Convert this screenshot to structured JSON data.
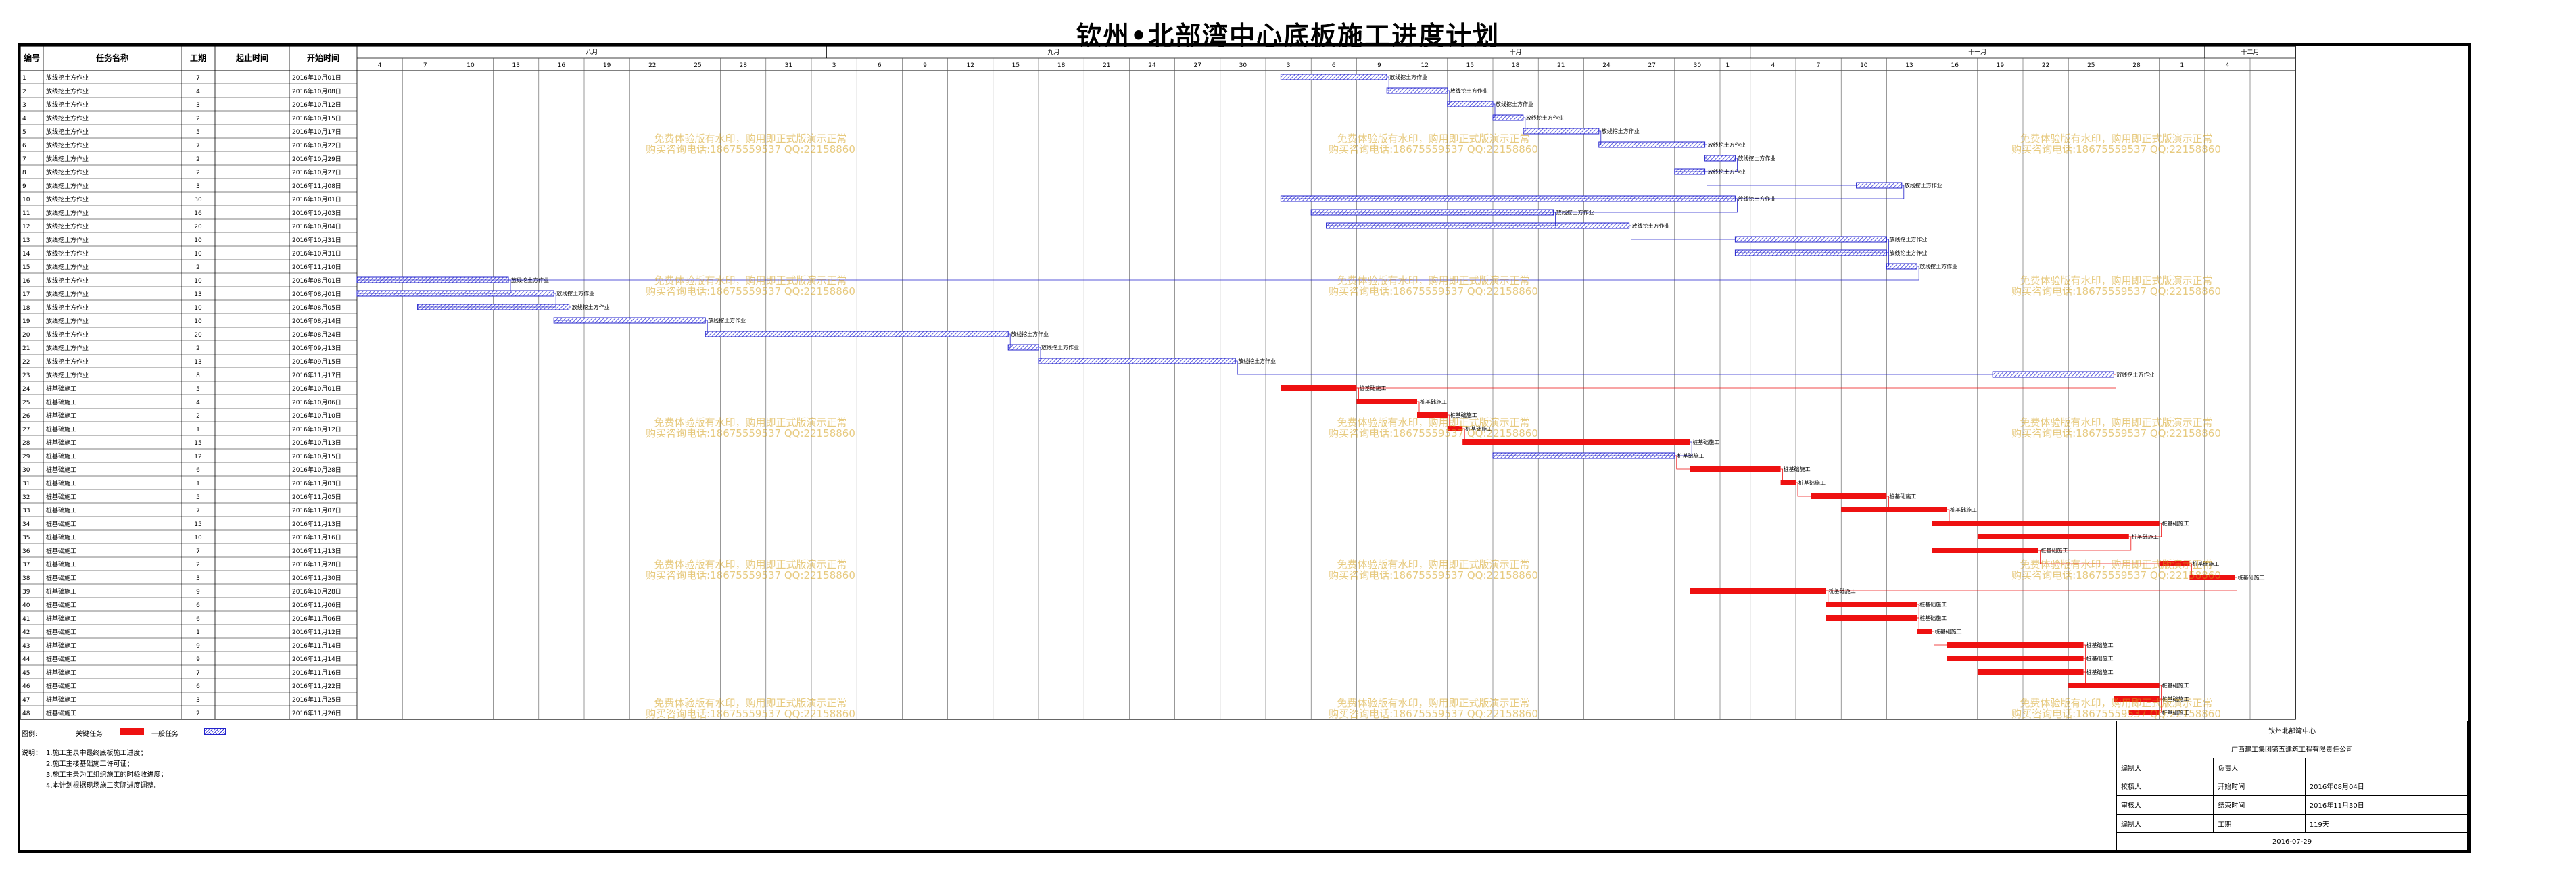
{
  "title": "钦州•北部湾中心底板施工进度计划",
  "watermark": {
    "line1": "免费体验版有水印，购用即正式版演示正常",
    "line2": "购买咨询电话:18675559537 QQ:22158860"
  },
  "table": {
    "headers": [
      "编号",
      "任务名称",
      "工期",
      "起止时间",
      "开始时间"
    ]
  },
  "timescale": {
    "months": [
      {
        "label": "八月",
        "start": 0,
        "days": 31
      },
      {
        "label": "九月",
        "start": 31,
        "days": 30
      },
      {
        "label": "十月",
        "start": 61,
        "days": 31
      },
      {
        "label": "十一月",
        "start": 92,
        "days": 30
      },
      {
        "label": "十二月",
        "start": 122,
        "days": 6
      }
    ],
    "ticks": [
      {
        "d": 3,
        "l": "4"
      },
      {
        "d": 6,
        "l": "7"
      },
      {
        "d": 9,
        "l": "10"
      },
      {
        "d": 12,
        "l": "13"
      },
      {
        "d": 15,
        "l": "16"
      },
      {
        "d": 18,
        "l": "19"
      },
      {
        "d": 21,
        "l": "22"
      },
      {
        "d": 24,
        "l": "25"
      },
      {
        "d": 27,
        "l": "28"
      },
      {
        "d": 30,
        "l": "31"
      },
      {
        "d": 33,
        "l": "3"
      },
      {
        "d": 36,
        "l": "6"
      },
      {
        "d": 39,
        "l": "9"
      },
      {
        "d": 42,
        "l": "12"
      },
      {
        "d": 45,
        "l": "15"
      },
      {
        "d": 48,
        "l": "18"
      },
      {
        "d": 51,
        "l": "21"
      },
      {
        "d": 54,
        "l": "24"
      },
      {
        "d": 57,
        "l": "27"
      },
      {
        "d": 60,
        "l": "30"
      },
      {
        "d": 63,
        "l": "3"
      },
      {
        "d": 66,
        "l": "6"
      },
      {
        "d": 69,
        "l": "9"
      },
      {
        "d": 72,
        "l": "12"
      },
      {
        "d": 75,
        "l": "15"
      },
      {
        "d": 78,
        "l": "18"
      },
      {
        "d": 81,
        "l": "21"
      },
      {
        "d": 84,
        "l": "24"
      },
      {
        "d": 87,
        "l": "27"
      },
      {
        "d": 90,
        "l": "30"
      },
      {
        "d": 92,
        "l": "1"
      },
      {
        "d": 95,
        "l": "4"
      },
      {
        "d": 98,
        "l": "7"
      },
      {
        "d": 101,
        "l": "10"
      },
      {
        "d": 104,
        "l": "13"
      },
      {
        "d": 107,
        "l": "16"
      },
      {
        "d": 110,
        "l": "19"
      },
      {
        "d": 113,
        "l": "22"
      },
      {
        "d": 116,
        "l": "25"
      },
      {
        "d": 119,
        "l": "28"
      },
      {
        "d": 122,
        "l": "1"
      },
      {
        "d": 125,
        "l": "4"
      }
    ]
  },
  "chart_data": {
    "type": "gantt",
    "title": "钦州•北部湾中心底板施工进度计划",
    "x_unit": "date",
    "x_range": [
      "2016-08-01",
      "2016-12-06"
    ],
    "tasks": [
      {
        "id": "1",
        "name": "放线挖土方作业",
        "duration": 7,
        "start": "2016年10月01日",
        "s": 61,
        "type": "normal"
      },
      {
        "id": "2",
        "name": "放线挖土方作业",
        "duration": 4,
        "start": "2016年10月08日",
        "s": 68,
        "type": "normal"
      },
      {
        "id": "3",
        "name": "放线挖土方作业",
        "duration": 3,
        "start": "2016年10月12日",
        "s": 72,
        "type": "normal"
      },
      {
        "id": "4",
        "name": "放线挖土方作业",
        "duration": 2,
        "start": "2016年10月15日",
        "s": 75,
        "type": "normal"
      },
      {
        "id": "5",
        "name": "放线挖土方作业",
        "duration": 5,
        "start": "2016年10月17日",
        "s": 77,
        "type": "normal"
      },
      {
        "id": "6",
        "name": "放线挖土方作业",
        "duration": 7,
        "start": "2016年10月22日",
        "s": 82,
        "type": "normal"
      },
      {
        "id": "7",
        "name": "放线挖土方作业",
        "duration": 2,
        "start": "2016年10月29日",
        "s": 89,
        "type": "normal"
      },
      {
        "id": "8",
        "name": "放线挖土方作业",
        "duration": 2,
        "start": "2016年10月27日",
        "s": 87,
        "type": "normal"
      },
      {
        "id": "9",
        "name": "放线挖土方作业",
        "duration": 3,
        "start": "2016年11月08日",
        "s": 99,
        "type": "normal"
      },
      {
        "id": "10",
        "name": "放线挖土方作业",
        "duration": 30,
        "start": "2016年10月01日",
        "s": 61,
        "type": "normal"
      },
      {
        "id": "11",
        "name": "放线挖土方作业",
        "duration": 16,
        "start": "2016年10月03日",
        "s": 63,
        "type": "normal"
      },
      {
        "id": "12",
        "name": "放线挖土方作业",
        "duration": 20,
        "start": "2016年10月04日",
        "s": 64,
        "type": "normal"
      },
      {
        "id": "13",
        "name": "放线挖土方作业",
        "duration": 10,
        "start": "2016年10月31日",
        "s": 91,
        "type": "normal"
      },
      {
        "id": "14",
        "name": "放线挖土方作业",
        "duration": 10,
        "start": "2016年10月31日",
        "s": 91,
        "type": "normal"
      },
      {
        "id": "15",
        "name": "放线挖土方作业",
        "duration": 2,
        "start": "2016年11月10日",
        "s": 101,
        "type": "normal"
      },
      {
        "id": "16",
        "name": "放线挖土方作业",
        "duration": 10,
        "start": "2016年08月01日",
        "s": 0,
        "type": "normal"
      },
      {
        "id": "17",
        "name": "放线挖土方作业",
        "duration": 13,
        "start": "2016年08月01日",
        "s": 0,
        "type": "normal"
      },
      {
        "id": "18",
        "name": "放线挖土方作业",
        "duration": 10,
        "start": "2016年08月05日",
        "s": 4,
        "type": "normal"
      },
      {
        "id": "19",
        "name": "放线挖土方作业",
        "duration": 10,
        "start": "2016年08月14日",
        "s": 13,
        "type": "normal"
      },
      {
        "id": "20",
        "name": "放线挖土方作业",
        "duration": 20,
        "start": "2016年08月24日",
        "s": 23,
        "type": "normal"
      },
      {
        "id": "21",
        "name": "放线挖土方作业",
        "duration": 2,
        "start": "2016年09月13日",
        "s": 43,
        "type": "normal"
      },
      {
        "id": "22",
        "name": "放线挖土方作业",
        "duration": 13,
        "start": "2016年09月15日",
        "s": 45,
        "type": "normal"
      },
      {
        "id": "23",
        "name": "放线挖土方作业",
        "duration": 8,
        "start": "2016年11月17日",
        "s": 108,
        "type": "normal"
      },
      {
        "id": "24",
        "name": "桩基础施工",
        "duration": 5,
        "start": "2016年10月01日",
        "s": 61,
        "type": "critical"
      },
      {
        "id": "25",
        "name": "桩基础施工",
        "duration": 4,
        "start": "2016年10月06日",
        "s": 66,
        "type": "critical"
      },
      {
        "id": "26",
        "name": "桩基础施工",
        "duration": 2,
        "start": "2016年10月10日",
        "s": 70,
        "type": "critical"
      },
      {
        "id": "27",
        "name": "桩基础施工",
        "duration": 1,
        "start": "2016年10月12日",
        "s": 72,
        "type": "critical"
      },
      {
        "id": "28",
        "name": "桩基础施工",
        "duration": 15,
        "start": "2016年10月13日",
        "s": 73,
        "type": "critical"
      },
      {
        "id": "29",
        "name": "桩基础施工",
        "duration": 12,
        "start": "2016年10月15日",
        "s": 75,
        "type": "normal"
      },
      {
        "id": "30",
        "name": "桩基础施工",
        "duration": 6,
        "start": "2016年10月28日",
        "s": 88,
        "type": "critical"
      },
      {
        "id": "31",
        "name": "桩基础施工",
        "duration": 1,
        "start": "2016年11月03日",
        "s": 94,
        "type": "critical"
      },
      {
        "id": "32",
        "name": "桩基础施工",
        "duration": 5,
        "start": "2016年11月05日",
        "s": 96,
        "type": "critical"
      },
      {
        "id": "33",
        "name": "桩基础施工",
        "duration": 7,
        "start": "2016年11月07日",
        "s": 98,
        "type": "critical"
      },
      {
        "id": "34",
        "name": "桩基础施工",
        "duration": 15,
        "start": "2016年11月13日",
        "s": 104,
        "type": "critical"
      },
      {
        "id": "35",
        "name": "桩基础施工",
        "duration": 10,
        "start": "2016年11月16日",
        "s": 107,
        "type": "critical"
      },
      {
        "id": "36",
        "name": "桩基础施工",
        "duration": 7,
        "start": "2016年11月13日",
        "s": 104,
        "type": "critical"
      },
      {
        "id": "37",
        "name": "桩基础施工",
        "duration": 2,
        "start": "2016年11月28日",
        "s": 119,
        "type": "critical"
      },
      {
        "id": "38",
        "name": "桩基础施工",
        "duration": 3,
        "start": "2016年11月30日",
        "s": 121,
        "type": "critical"
      },
      {
        "id": "39",
        "name": "桩基础施工",
        "duration": 9,
        "start": "2016年10月28日",
        "s": 88,
        "type": "critical"
      },
      {
        "id": "40",
        "name": "桩基础施工",
        "duration": 6,
        "start": "2016年11月06日",
        "s": 97,
        "type": "critical"
      },
      {
        "id": "41",
        "name": "桩基础施工",
        "duration": 6,
        "start": "2016年11月06日",
        "s": 97,
        "type": "critical"
      },
      {
        "id": "42",
        "name": "桩基础施工",
        "duration": 1,
        "start": "2016年11月12日",
        "s": 103,
        "type": "critical"
      },
      {
        "id": "43",
        "name": "桩基础施工",
        "duration": 9,
        "start": "2016年11月14日",
        "s": 105,
        "type": "critical"
      },
      {
        "id": "44",
        "name": "桩基础施工",
        "duration": 9,
        "start": "2016年11月14日",
        "s": 105,
        "type": "critical"
      },
      {
        "id": "45",
        "name": "桩基础施工",
        "duration": 7,
        "start": "2016年11月16日",
        "s": 107,
        "type": "critical"
      },
      {
        "id": "46",
        "name": "桩基础施工",
        "duration": 6,
        "start": "2016年11月22日",
        "s": 113,
        "type": "critical"
      },
      {
        "id": "47",
        "name": "桩基础施工",
        "duration": 3,
        "start": "2016年11月25日",
        "s": 116,
        "type": "critical"
      },
      {
        "id": "48",
        "name": "桩基础施工",
        "duration": 2,
        "start": "2016年11月26日",
        "s": 117,
        "type": "critical"
      }
    ]
  },
  "legend": {
    "label": "图例:",
    "critical_label": "关键任务",
    "normal_label": "一般任务",
    "notes_title": "说明：",
    "notes": [
      "1.施工主录中最终底板施工进度；",
      "2.施工主楼基础施工许可证；",
      "3.施工主录为工组织施工的时验收进度；",
      "4.本计划根据现场施工实际进度调整。"
    ]
  },
  "info": {
    "project": "钦州北部湾中心",
    "company": "广西建工集团第五建筑工程有限责任公司",
    "rows": [
      {
        "k1": "编制人",
        "v1": "",
        "k2": "负责人",
        "v2": ""
      },
      {
        "k1": "校核人",
        "v1": "",
        "k2": "开始时间",
        "v2": "2016年08月04日"
      },
      {
        "k1": "审核人",
        "v1": "",
        "k2": "结束时间",
        "v2": "2016年11月30日"
      },
      {
        "k1": "编制人",
        "v1": "",
        "k2": "工期",
        "v2": "119天"
      }
    ],
    "date": "2016-07-29"
  },
  "colors": {
    "critical": "#ee1111",
    "normal_stroke": "#2222cc",
    "normal_hatch": "#3b3bd9",
    "critical_link": "#ee1111",
    "normal_link": "#2222cc"
  }
}
